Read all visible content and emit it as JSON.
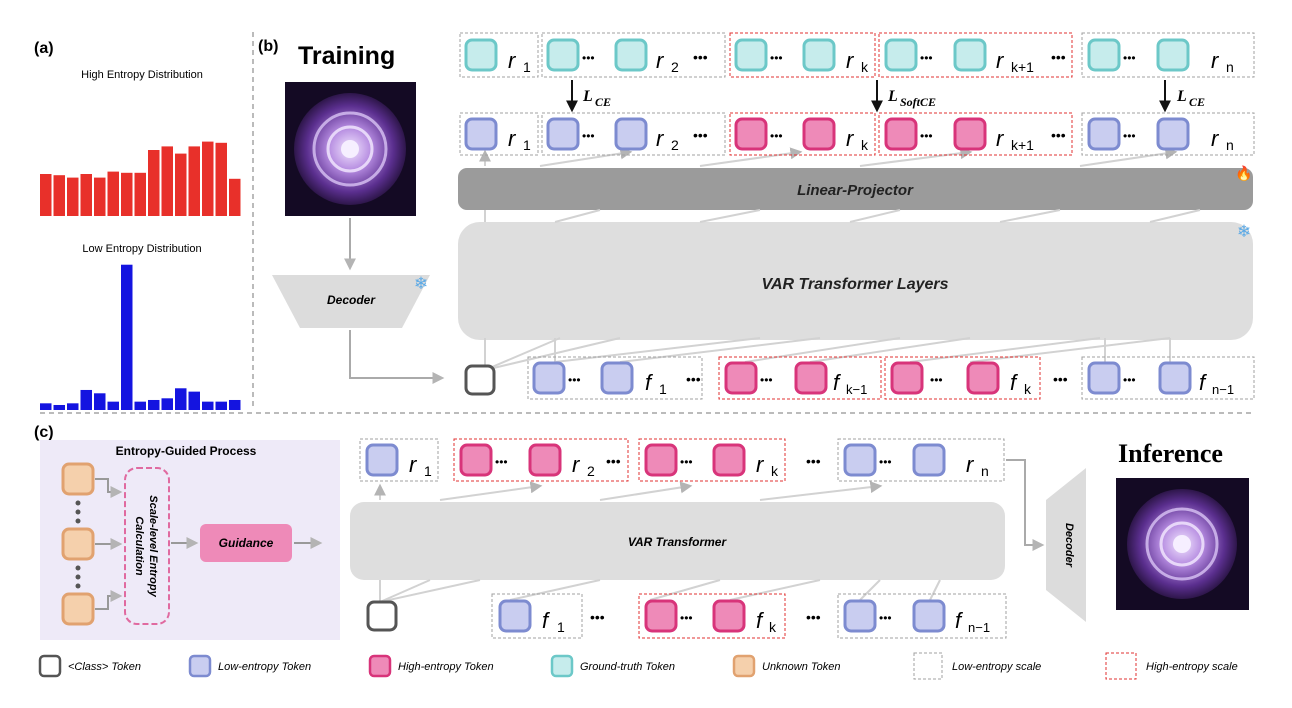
{
  "panel_labels": {
    "a": "(a)",
    "b": "(b)",
    "c": "(c)"
  },
  "panel_a": {
    "high_title": "High Entropy Distribution",
    "low_title": "Low Entropy Distribution",
    "high_values": [
      35,
      34,
      32,
      35,
      32,
      37,
      36,
      36,
      55,
      58,
      52,
      58,
      62,
      61,
      31
    ],
    "low_values": [
      4,
      3,
      4,
      12,
      10,
      5,
      87,
      5,
      6,
      7,
      13,
      11,
      5,
      5,
      6
    ]
  },
  "training": {
    "title": "Training",
    "decoder": "Decoder",
    "linear_projector": "Linear-Projector",
    "transformer_layers": "VAR  Transformer Layers",
    "loss_ce_1": "L",
    "loss_ce_1_sub": "CE",
    "loss_soft": "L",
    "loss_soft_sub": "SoftCE",
    "loss_ce_2": "L",
    "loss_ce_2_sub": "CE",
    "ellipsis": "•••",
    "r": "r",
    "f": "f",
    "sub_1": "1",
    "sub_2": "2",
    "sub_k": "k",
    "sub_k1": "k+1",
    "sub_n": "n",
    "sub_km1": "k−1",
    "sub_nm1": "n−1"
  },
  "inference": {
    "title": "Inference",
    "process_title": "Entropy-Guided Process",
    "calc_line1": "Scale-level Entropy",
    "calc_line2": "Calculation",
    "guidance": "Guidance",
    "transformer": "VAR  Transformer",
    "decoder": "Decoder"
  },
  "legend": {
    "class_token": "<Class> Token",
    "low_token": "Low-entropy Token",
    "high_token": "High-entropy Token",
    "gt_token": "Ground-truth Token",
    "unknown_token": "Unknown Token",
    "low_scale": "Low-entropy scale",
    "high_scale": "High-entropy scale"
  },
  "colors": {
    "high_bar": "#e8302a",
    "low_bar": "#1414e0",
    "low_token_fill": "#c9cdf0",
    "low_token_stroke": "#7d8bd0",
    "high_token_fill": "#ee8ab8",
    "high_token_stroke": "#d8347a",
    "gt_token_fill": "#c6ecec",
    "gt_token_stroke": "#6cc8c8",
    "unknown_fill": "#f5d0ac",
    "unknown_stroke": "#e1a270",
    "class_stroke": "#555555",
    "panel_bg": "#eeeaf8",
    "red_dash": "#e03030",
    "gray_dash": "#a0a0a0"
  }
}
